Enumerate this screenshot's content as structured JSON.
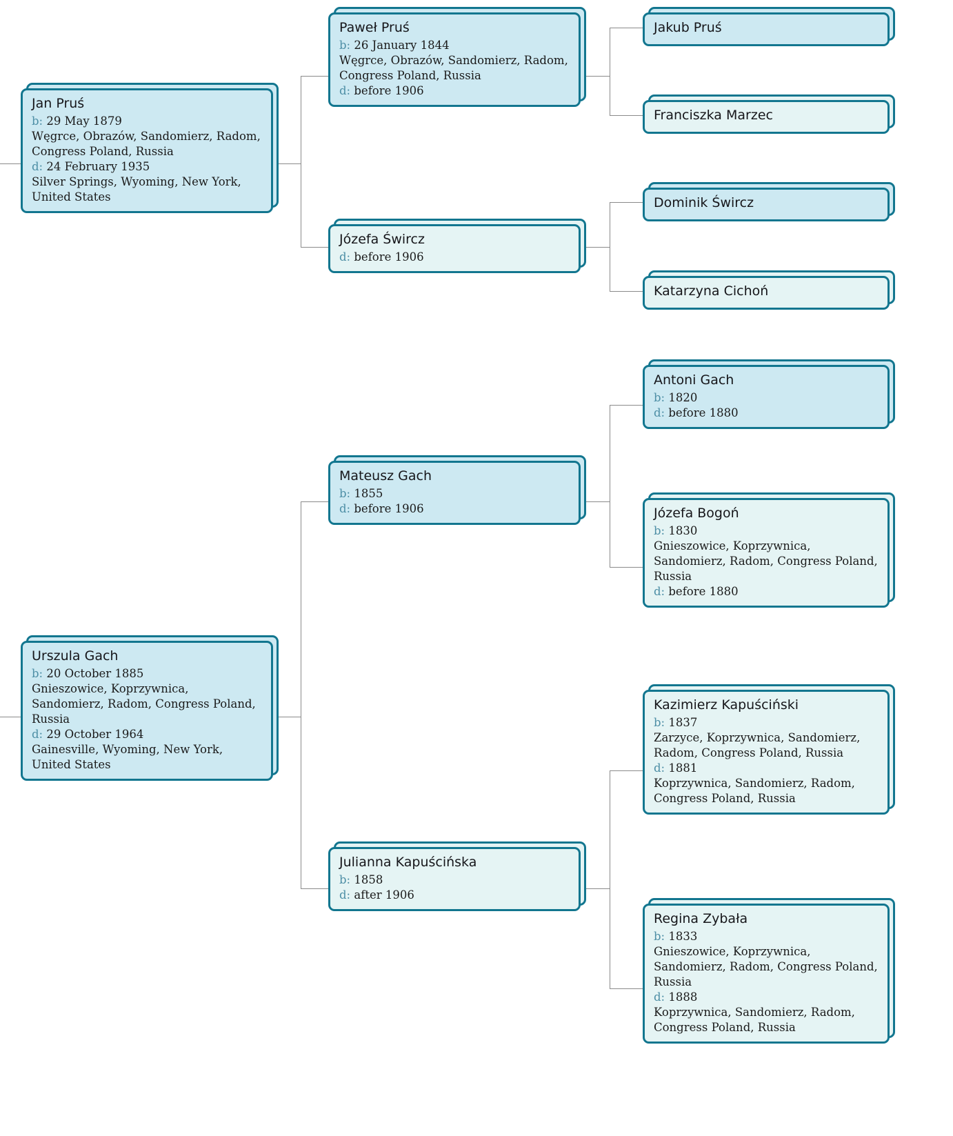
{
  "chart": {
    "type": "pedigree-tree",
    "title": "",
    "generations": 3,
    "label_birth": "b:",
    "label_death": "d:",
    "colors": {
      "male_fill": "#cde9f2",
      "female_fill": "#e5f4f4",
      "card_border": "#12768f",
      "connector": "#8a8a8a",
      "label_text": "#4e8fa6",
      "value_text": "#1a1a1a",
      "background": "#ffffff"
    }
  },
  "people": {
    "jan_prus": {
      "name": "Jan Pruś",
      "birth_label": "b:",
      "birth_date": "29 May 1879",
      "birth_place": "Węgrce, Obrazów, Sandomierz, Radom, Congress Poland, Russia",
      "death_label": "d:",
      "death_date": "24 February 1935",
      "death_place": "Silver Springs, Wyoming, New York, United States"
    },
    "pawel_prus": {
      "name": "Paweł Pruś",
      "birth_label": "b:",
      "birth_date": "26 January 1844",
      "birth_place": "Węgrce, Obrazów, Sandomierz, Radom, Congress Poland, Russia",
      "death_label": "d:",
      "death_date": "before 1906",
      "death_place": ""
    },
    "jakub_prus": {
      "name": "Jakub Pruś"
    },
    "franciszka_marzec": {
      "name": "Franciszka Marzec"
    },
    "jozefa_swircz": {
      "name": "Józefa Śwircz",
      "death_label": "d:",
      "death_date": "before 1906"
    },
    "dominik_swircz": {
      "name": "Dominik Śwircz"
    },
    "katarzyna_cichon": {
      "name": "Katarzyna Cichoń"
    },
    "urszula_gach": {
      "name": "Urszula Gach",
      "birth_label": "b:",
      "birth_date": "20 October 1885",
      "birth_place": "Gnieszowice, Koprzywnica, Sandomierz, Radom, Congress Poland, Russia",
      "death_label": "d:",
      "death_date": "29 October 1964",
      "death_place": "Gainesville, Wyoming, New York, United States"
    },
    "mateusz_gach": {
      "name": "Mateusz Gach",
      "birth_label": "b:",
      "birth_date": "1855",
      "death_label": "d:",
      "death_date": "before 1906"
    },
    "antoni_gach": {
      "name": "Antoni Gach",
      "birth_label": "b:",
      "birth_date": "1820",
      "death_label": "d:",
      "death_date": "before 1880"
    },
    "jozefa_bogon": {
      "name": "Józefa Bogoń",
      "birth_label": "b:",
      "birth_date": "1830",
      "birth_place": "Gnieszowice, Koprzywnica, Sandomierz, Radom, Congress Poland, Russia",
      "death_label": "d:",
      "death_date": "before 1880",
      "death_place": ""
    },
    "julianna_kapuscinska": {
      "name": "Julianna Kapuścińska",
      "birth_label": "b:",
      "birth_date": "1858",
      "death_label": "d:",
      "death_date": "after 1906"
    },
    "kazimierz_kapuscinski": {
      "name": "Kazimierz Kapuściński",
      "birth_label": "b:",
      "birth_date": "1837",
      "birth_place": "Zarzyce, Koprzywnica, Sandomierz, Radom, Congress Poland, Russia",
      "death_label": "d:",
      "death_date": "1881",
      "death_place": "Koprzywnica, Sandomierz, Radom, Congress Poland, Russia"
    },
    "regina_zybala": {
      "name": "Regina Zybała",
      "birth_label": "b:",
      "birth_date": "1833",
      "birth_place": "Gnieszowice, Koprzywnica, Sandomierz, Radom, Congress Poland, Russia",
      "death_label": "d:",
      "death_date": "1888",
      "death_place": "Koprzywnica, Sandomierz, Radom, Congress Poland, Russia"
    }
  }
}
